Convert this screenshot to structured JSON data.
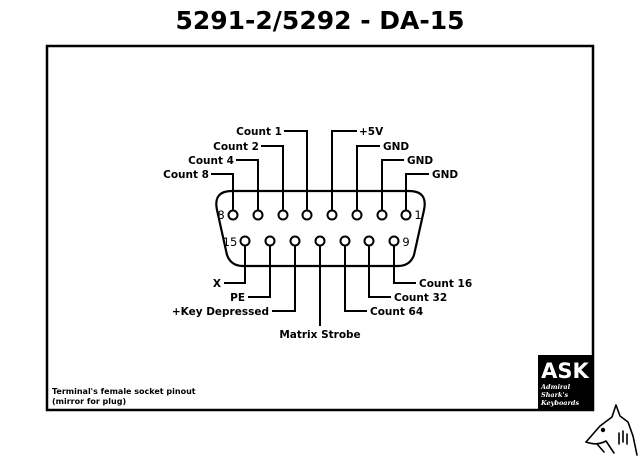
{
  "title": "5291-2/5292 - DA-15",
  "connector": {
    "pin_corner_labels": {
      "top_left": "8",
      "top_right": "1",
      "bottom_left": "15",
      "bottom_right": "9"
    }
  },
  "signals": {
    "pin1": "GND",
    "pin2": "GND",
    "pin3": "GND",
    "pin4": "+5V",
    "pin5": "Count 1",
    "pin6": "Count 2",
    "pin7": "Count 4",
    "pin8": "Count 8",
    "pin9": "Count 16",
    "pin10": "Count 32",
    "pin11": "Count 64",
    "pin12": "Matrix Strobe",
    "pin13": "+Key Depressed",
    "pin14": "PE",
    "pin15": "X"
  },
  "note": {
    "line1": "Terminal's female socket pinout",
    "line2": "(mirror for plug)"
  },
  "logo": {
    "big": "ASK",
    "line1": "Admiral",
    "line2": "Shark's",
    "line3": "Keyboards"
  },
  "colors": {
    "ink": "#000000",
    "background": "#ffffff"
  }
}
